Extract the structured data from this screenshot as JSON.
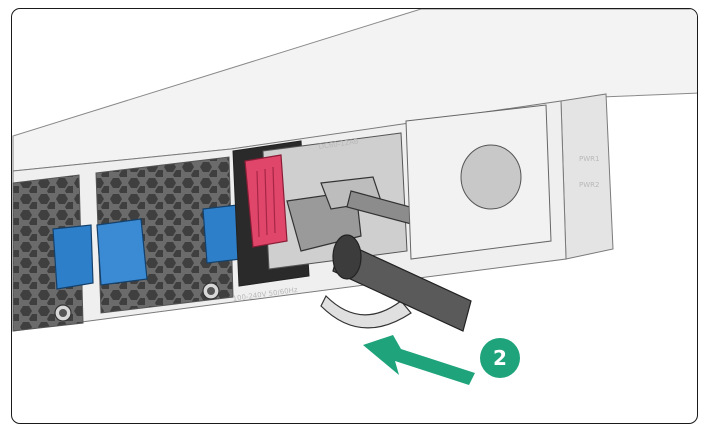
{
  "figure": {
    "step_badge": "2",
    "psu_top_label": "DC60-12AB",
    "psu_bottom_label": "100-240V 50/60Hz",
    "port_label_1": "PWR1",
    "port_label_2": "PWR2",
    "colors": {
      "arrow": "#1ea37a",
      "badge": "#1ea37a",
      "latch": "#e0466a",
      "clip": "#2e7fc9",
      "panel": "#efefef",
      "outline": "#7a7a7a"
    }
  }
}
